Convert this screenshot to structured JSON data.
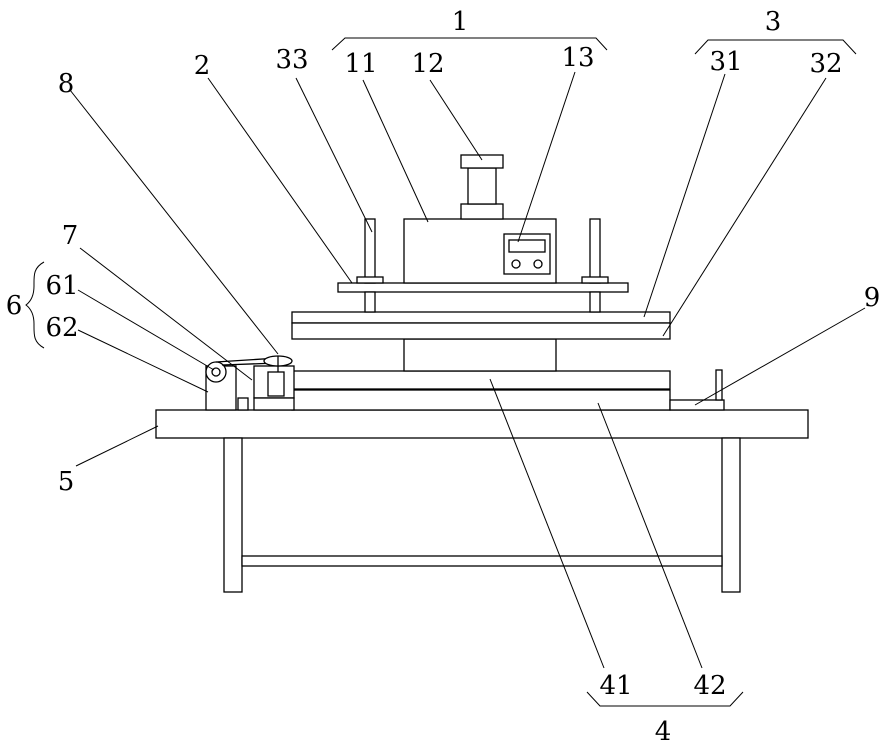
{
  "labels": {
    "l1": "1",
    "l2": "2",
    "l3": "3",
    "l4": "4",
    "l5": "5",
    "l6": "6",
    "l7": "7",
    "l8": "8",
    "l9": "9",
    "l11": "11",
    "l12": "12",
    "l13": "13",
    "l31": "31",
    "l32": "32",
    "l33": "33",
    "l41": "41",
    "l42": "42",
    "l61": "61",
    "l62": "62"
  }
}
